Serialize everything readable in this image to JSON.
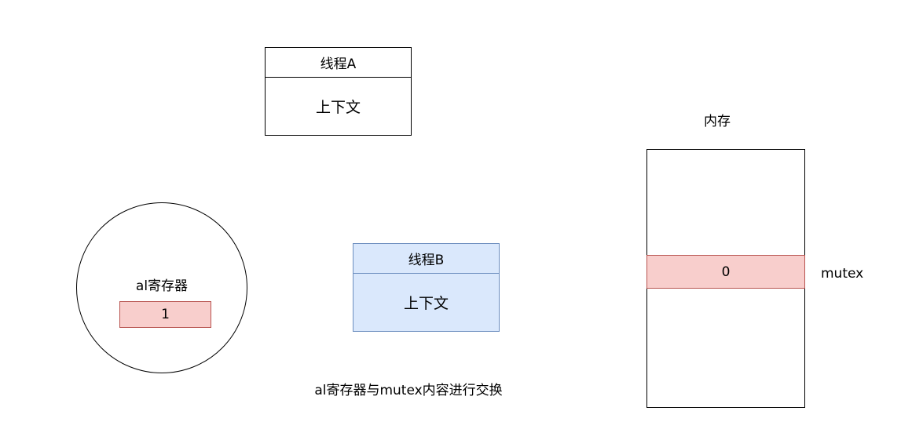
{
  "thread_a": {
    "title": "线程A",
    "body": "上下文"
  },
  "thread_b": {
    "title": "线程B",
    "body": "上下文",
    "fill": "#dae8fc",
    "stroke": "#6c8ebf"
  },
  "register": {
    "label": "al寄存器",
    "value": "1",
    "fill": "#f8cecc",
    "stroke": "#b85450"
  },
  "memory": {
    "title": "内存",
    "cell_value": "0",
    "cell_label": "mutex"
  },
  "caption": "al寄存器与mutex内容进行交换"
}
